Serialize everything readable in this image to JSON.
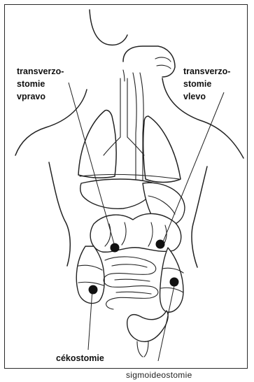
{
  "labels": {
    "transverzostomie_right": [
      "transverzo-",
      "stomie",
      "vpravo"
    ],
    "transverzostomie_left": [
      "transverzo-",
      "stomie",
      "vlevo"
    ],
    "cekostomie": "cékostomie",
    "sigmoideostomie": "sigmoideostomie"
  },
  "colors": {
    "ink": "#111111",
    "frame": "#2a2a2a",
    "background": "#ffffff"
  }
}
